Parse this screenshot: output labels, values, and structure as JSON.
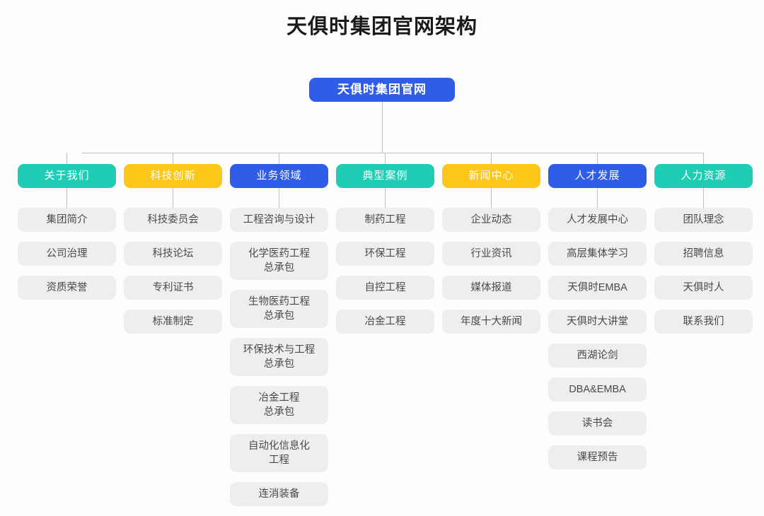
{
  "title": "天俱时集团官网架构",
  "colors": {
    "background": "#fdfdfd",
    "teal": "#1fcdb5",
    "yellow": "#fdc71a",
    "blue": "#2f5de8",
    "item_bg": "#eeeef0",
    "line": "#bfbfbf",
    "title_text": "#1a1a1a",
    "item_text": "#4a4a4a"
  },
  "root": {
    "label": "天俱时集团官网",
    "color": "blue"
  },
  "chart_data": {
    "type": "tree",
    "orientation": "top-down",
    "root": "天俱时集团官网",
    "depth": 2,
    "branch_count": 7
  },
  "columns": [
    {
      "header": "关于我们",
      "color": "teal",
      "items": [
        "集团简介",
        "公司治理",
        "资质荣誉"
      ]
    },
    {
      "header": "科技创新",
      "color": "yellow",
      "items": [
        "科技委员会",
        "科技论坛",
        "专利证书",
        "标准制定"
      ]
    },
    {
      "header": "业务领域",
      "color": "blue",
      "items": [
        "工程咨询与设计",
        "化学医药工程\n总承包",
        "生物医药工程\n总承包",
        "环保技术与工程\n总承包",
        "冶金工程\n总承包",
        "自动化信息化\n工程",
        "连消装备"
      ]
    },
    {
      "header": "典型案例",
      "color": "teal",
      "items": [
        "制药工程",
        "环保工程",
        "自控工程",
        "冶金工程"
      ]
    },
    {
      "header": "新闻中心",
      "color": "yellow",
      "items": [
        "企业动态",
        "行业资讯",
        "媒体报道",
        "年度十大新闻"
      ]
    },
    {
      "header": "人才发展",
      "color": "blue",
      "items": [
        "人才发展中心",
        "高层集体学习",
        "天俱时EMBA",
        "天俱时大讲堂",
        "西湖论剑",
        "DBA&EMBA",
        "读书会",
        "课程预告"
      ]
    },
    {
      "header": "人力资源",
      "color": "teal",
      "items": [
        "团队理念",
        "招聘信息",
        "天俱时人",
        "联系我们"
      ]
    }
  ]
}
